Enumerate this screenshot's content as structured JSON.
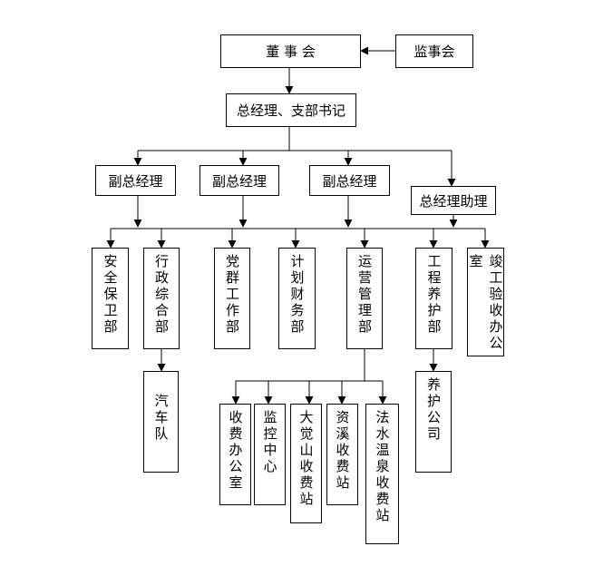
{
  "nodes": {
    "board": "董 事 会",
    "supervisors": "监事会",
    "gm": "总经理、支部书记",
    "vgm1": "副总经理",
    "vgm2": "副总经理",
    "vgm3": "副总经理",
    "gm_assistant": "总经理助理",
    "safety": "安全保卫部",
    "admin": "行政综合部",
    "party": "党群工作部",
    "finance": "计划财务部",
    "operations": "运营管理部",
    "engineering": "工程养护部",
    "acceptance": "竣工验收办公室",
    "motorcade": "汽车队",
    "maintenance_co": "养护公司",
    "toll_office": "收费办公室",
    "monitor": "监控中心",
    "dajueshan": "大觉山收费站",
    "zixi": "资溪收费站",
    "fashui": "法水温泉收费站"
  }
}
